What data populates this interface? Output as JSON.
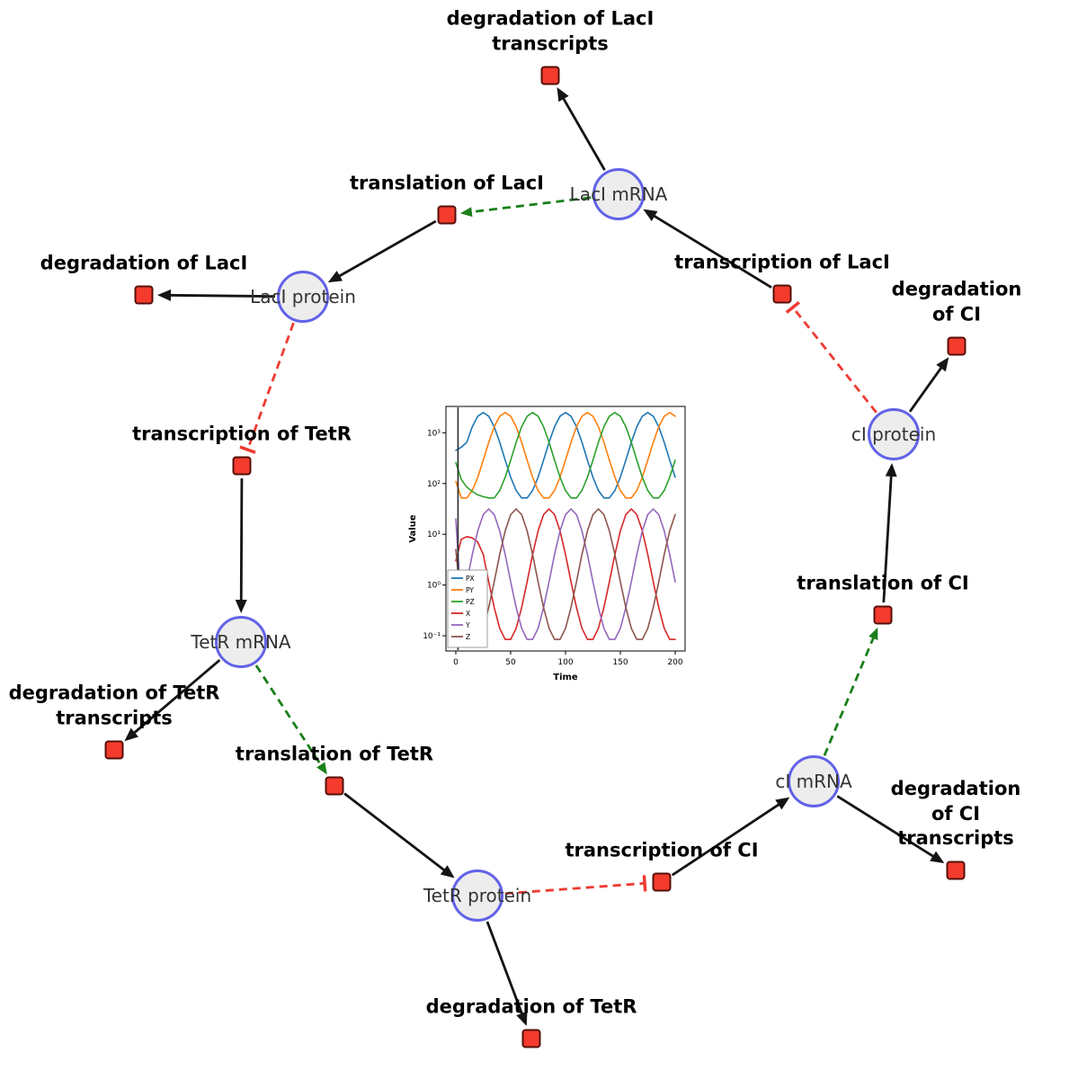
{
  "network": {
    "species": [
      {
        "id": "laci_mrna",
        "label": "LacI mRNA"
      },
      {
        "id": "laci_protein",
        "label": "LacI protein"
      },
      {
        "id": "tetr_mrna",
        "label": "TetR mRNA"
      },
      {
        "id": "tetr_protein",
        "label": "TetR protein"
      },
      {
        "id": "ci_mrna",
        "label": "cI mRNA"
      },
      {
        "id": "ci_protein",
        "label": "cI protein"
      }
    ],
    "reactions": [
      {
        "id": "deg_laci_tx",
        "label": "degradation of LacI\ntranscripts"
      },
      {
        "id": "translation_laci",
        "label": "translation of LacI"
      },
      {
        "id": "transcription_laci",
        "label": "transcription of LacI"
      },
      {
        "id": "degradation_laci",
        "label": "degradation of LacI"
      },
      {
        "id": "degradation_ci",
        "label": "degradation of CI"
      },
      {
        "id": "transcription_tetr",
        "label": "transcription of TetR"
      },
      {
        "id": "translation_ci",
        "label": "translation of CI"
      },
      {
        "id": "deg_tetr_tx",
        "label": "degradation of TetR\ntranscripts"
      },
      {
        "id": "translation_tetr",
        "label": "translation of TetR"
      },
      {
        "id": "transcription_ci",
        "label": "transcription of CI"
      },
      {
        "id": "deg_ci_tx",
        "label": "degradation of CI\ntranscripts"
      },
      {
        "id": "degradation_tetr",
        "label": "degradation of TetR"
      }
    ],
    "edges": [
      {
        "source": "transcription_laci",
        "target": "laci_mrna",
        "type": "production"
      },
      {
        "source": "laci_mrna",
        "target": "deg_laci_tx",
        "type": "consumption"
      },
      {
        "source": "laci_mrna",
        "target": "translation_laci",
        "type": "modifier"
      },
      {
        "source": "translation_laci",
        "target": "laci_protein",
        "type": "production"
      },
      {
        "source": "laci_protein",
        "target": "degradation_laci",
        "type": "consumption"
      },
      {
        "source": "laci_protein",
        "target": "transcription_tetr",
        "type": "inhibition"
      },
      {
        "source": "transcription_tetr",
        "target": "tetr_mrna",
        "type": "production"
      },
      {
        "source": "tetr_mrna",
        "target": "deg_tetr_tx",
        "type": "consumption"
      },
      {
        "source": "tetr_mrna",
        "target": "translation_tetr",
        "type": "modifier"
      },
      {
        "source": "translation_tetr",
        "target": "tetr_protein",
        "type": "production"
      },
      {
        "source": "tetr_protein",
        "target": "degradation_tetr",
        "type": "consumption"
      },
      {
        "source": "tetr_protein",
        "target": "transcription_ci",
        "type": "inhibition"
      },
      {
        "source": "transcription_ci",
        "target": "ci_mrna",
        "type": "production"
      },
      {
        "source": "ci_mrna",
        "target": "deg_ci_tx",
        "type": "consumption"
      },
      {
        "source": "ci_mrna",
        "target": "translation_ci",
        "type": "modifier"
      },
      {
        "source": "translation_ci",
        "target": "ci_protein",
        "type": "production"
      },
      {
        "source": "ci_protein",
        "target": "degradation_ci",
        "type": "consumption"
      },
      {
        "source": "ci_protein",
        "target": "transcription_laci",
        "type": "inhibition"
      }
    ],
    "style": {
      "species_fill": "#ededed",
      "species_border": "#6262e8",
      "reaction_fill": "#f43b2d",
      "reaction_border": "#55100a",
      "edge_color": "#141414",
      "modifier_color": "#1a7f1a",
      "inhibition_color": "#ee3b32"
    }
  },
  "chart_data": {
    "type": "line",
    "title": "",
    "xlabel": "Time",
    "ylabel": "Value",
    "y_scale": "log",
    "x_ticks": [
      0,
      50,
      100,
      150,
      200
    ],
    "y_tick_labels": [
      "10⁻¹",
      "10⁰",
      "10¹",
      "10²",
      "10³"
    ],
    "y_tick_exponents": [
      -1,
      0,
      1,
      2,
      3
    ],
    "xlim": [
      -9,
      209
    ],
    "ylim_log10": [
      -1.3,
      3.52
    ],
    "legend_position": "lower left",
    "x": [
      0,
      5,
      10,
      15,
      20,
      25,
      30,
      35,
      40,
      45,
      50,
      55,
      60,
      65,
      70,
      75,
      80,
      85,
      90,
      95,
      100,
      105,
      110,
      115,
      120,
      125,
      130,
      135,
      140,
      145,
      150,
      155,
      160,
      165,
      170,
      175,
      180,
      185,
      190,
      195,
      200
    ],
    "series": [
      {
        "name": "PX",
        "color": "#1f77b4",
        "values": [
          450,
          520,
          650,
          1315,
          2123,
          2512,
          2123,
          1315,
          650,
          289,
          133,
          73,
          52,
          52,
          73,
          133,
          289,
          650,
          1315,
          2123,
          2512,
          2123,
          1315,
          650,
          289,
          133,
          73,
          52,
          52,
          73,
          133,
          289,
          650,
          1315,
          2123,
          2512,
          2123,
          1315,
          650,
          289,
          133
        ]
      },
      {
        "name": "PY",
        "color": "#ff7f0e",
        "values": [
          110,
          52,
          52,
          73,
          133,
          289,
          650,
          1315,
          2123,
          2512,
          2123,
          1315,
          650,
          289,
          133,
          73,
          52,
          52,
          73,
          133,
          289,
          650,
          1315,
          2123,
          2512,
          2123,
          1315,
          650,
          289,
          133,
          73,
          52,
          52,
          73,
          133,
          289,
          650,
          1315,
          2123,
          2512,
          2123
        ]
      },
      {
        "name": "PZ",
        "color": "#2ca02c",
        "values": [
          260,
          120,
          85,
          70,
          60,
          55,
          52,
          52,
          73,
          133,
          289,
          650,
          1315,
          2123,
          2512,
          2123,
          1315,
          650,
          289,
          133,
          73,
          52,
          52,
          73,
          133,
          289,
          650,
          1315,
          2123,
          2512,
          2123,
          1315,
          650,
          289,
          133,
          73,
          52,
          52,
          73,
          133,
          289
        ]
      },
      {
        "name": "X",
        "color": "#d62728",
        "values": [
          3,
          8,
          9,
          8.5,
          7,
          4,
          1.16,
          0.36,
          0.14,
          0.085,
          0.085,
          0.14,
          0.36,
          1.16,
          4,
          11.7,
          24.4,
          31.6,
          24.4,
          11.7,
          4,
          1.16,
          0.36,
          0.14,
          0.085,
          0.085,
          0.14,
          0.36,
          1.16,
          4,
          11.7,
          24.4,
          31.6,
          24.4,
          11.7,
          4,
          1.16,
          0.36,
          0.14,
          0.085,
          0.085
        ]
      },
      {
        "name": "Y",
        "color": "#9467bd",
        "values": [
          20,
          0.36,
          1.16,
          4,
          11.7,
          24.4,
          31.6,
          24.4,
          11.7,
          4,
          1.16,
          0.36,
          0.14,
          0.085,
          0.085,
          0.14,
          0.36,
          1.16,
          4,
          11.7,
          24.4,
          31.6,
          24.4,
          11.7,
          4,
          1.16,
          0.36,
          0.14,
          0.085,
          0.085,
          0.14,
          0.36,
          1.16,
          4,
          11.7,
          24.4,
          31.6,
          24.4,
          11.7,
          4,
          1.16
        ]
      },
      {
        "name": "Z",
        "color": "#8c564b",
        "values": [
          5,
          0.36,
          0.14,
          0.085,
          0.085,
          0.14,
          0.36,
          1.16,
          4,
          11.7,
          24.4,
          31.6,
          24.4,
          11.7,
          4,
          1.16,
          0.36,
          0.14,
          0.085,
          0.085,
          0.14,
          0.36,
          1.16,
          4,
          11.7,
          24.4,
          31.6,
          24.4,
          11.7,
          4,
          1.16,
          0.36,
          0.14,
          0.085,
          0.085,
          0.14,
          0.36,
          1.16,
          4,
          11.7,
          24.4
        ]
      }
    ],
    "annotations": [
      {
        "type": "vline",
        "x": 2,
        "color": "#2b2b2b"
      }
    ]
  }
}
